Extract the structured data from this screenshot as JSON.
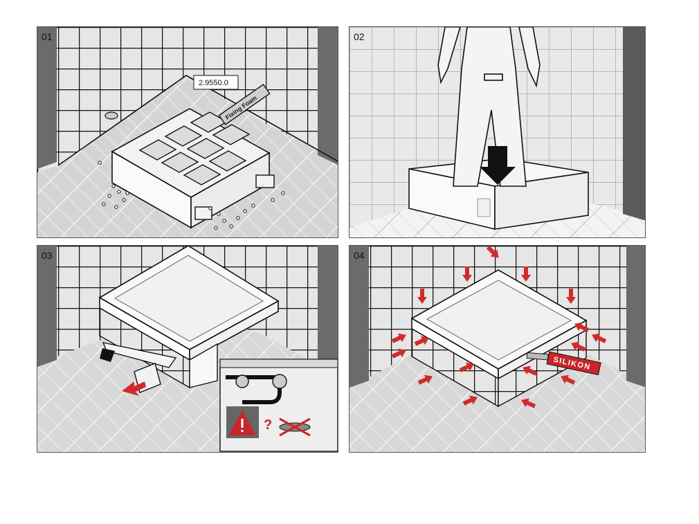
{
  "panels": [
    {
      "number": "01",
      "product_code": "2.9550.0",
      "foam_label": "Fixing Foam"
    },
    {
      "number": "02"
    },
    {
      "number": "03",
      "warning_glyph": "?"
    },
    {
      "number": "04",
      "sealant_label": "SILIKON"
    }
  ],
  "colors": {
    "arrow_red": "#d02b2b",
    "label_red": "#c8262a",
    "tile_grey": "#d6d6d6",
    "wall_dark": "#6b6b6b"
  },
  "icons": [
    "warning-icon",
    "down-arrow-icon",
    "press-arrow-icon"
  ]
}
